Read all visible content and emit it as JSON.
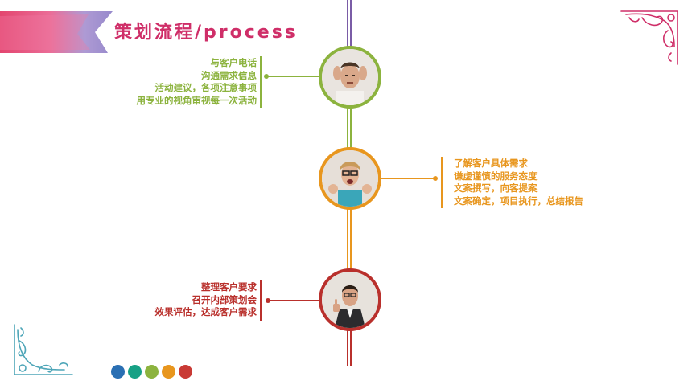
{
  "title": "策划流程/process",
  "colors": {
    "green": "#8cb33e",
    "orange": "#e8961e",
    "red": "#b9302c",
    "purple": "#7a5ca6",
    "pink": "#cf2e68"
  },
  "steps": [
    {
      "lines": [
        "与客户电话",
        "沟通需求信息",
        "活动建议，各项注意事项",
        "用专业的视角审视每一次活动"
      ]
    },
    {
      "lines": [
        "了解客户具体需求",
        "谦虚谨慎的服务态度",
        "文案撰写，向客提案",
        "文案确定，项目执行，总结报告"
      ]
    },
    {
      "lines": [
        "整理客户要求",
        "召开内部策划会",
        "效果评估，达成客户需求"
      ]
    }
  ],
  "dots": [
    "#2a6fb3",
    "#17a185",
    "#8cb33e",
    "#e8961e",
    "#c93a35"
  ]
}
